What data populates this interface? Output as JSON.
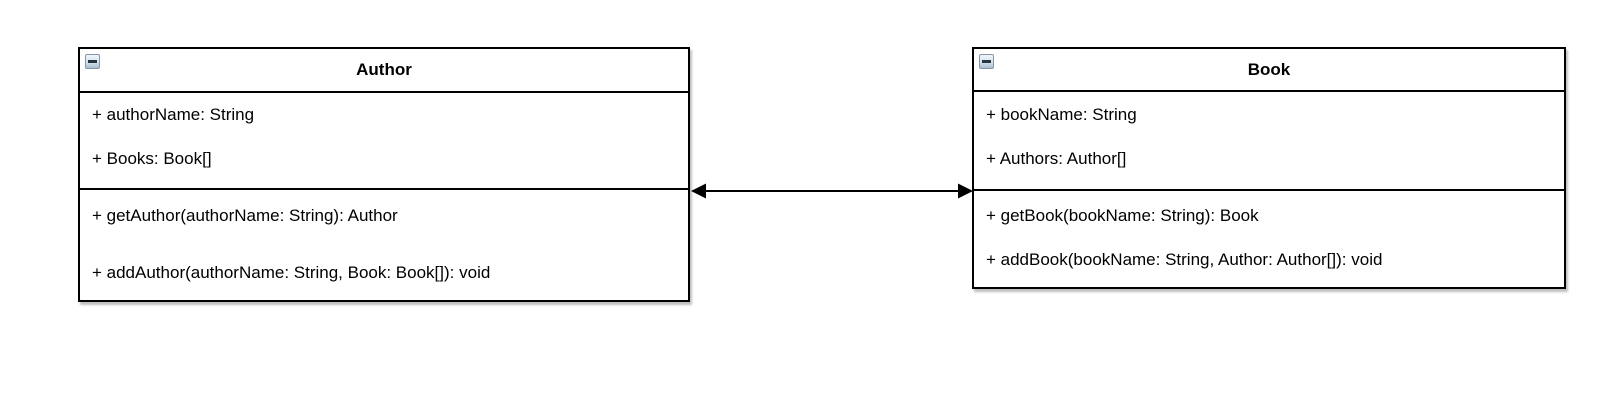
{
  "diagram": {
    "type": "uml-class-diagram",
    "background_color": "#ffffff",
    "shape_fill_color": "#ffffff",
    "line_color": "#000000",
    "text_color": "#000000"
  },
  "classes": [
    {
      "name": "Author",
      "collapse_icon": "minus-icon",
      "attributes": [
        "+ authorName: String",
        "+ Books: Book[]"
      ],
      "methods": [
        "+ getAuthor(authorName: String): Author",
        "+ addAuthor(authorName: String, Book: Book[]): void"
      ]
    },
    {
      "name": "Book",
      "collapse_icon": "minus-icon",
      "attributes": [
        "+ bookName: String",
        "+ Authors: Author[]"
      ],
      "methods": [
        "+ getBook(bookName: String): Book",
        "+ addBook(bookName: String, Author: Author[]): void"
      ]
    }
  ],
  "connector": {
    "from": "Author",
    "to": "Book",
    "style": "bidirectional-association",
    "arrowheads": "filled-triangle-both-ends"
  }
}
